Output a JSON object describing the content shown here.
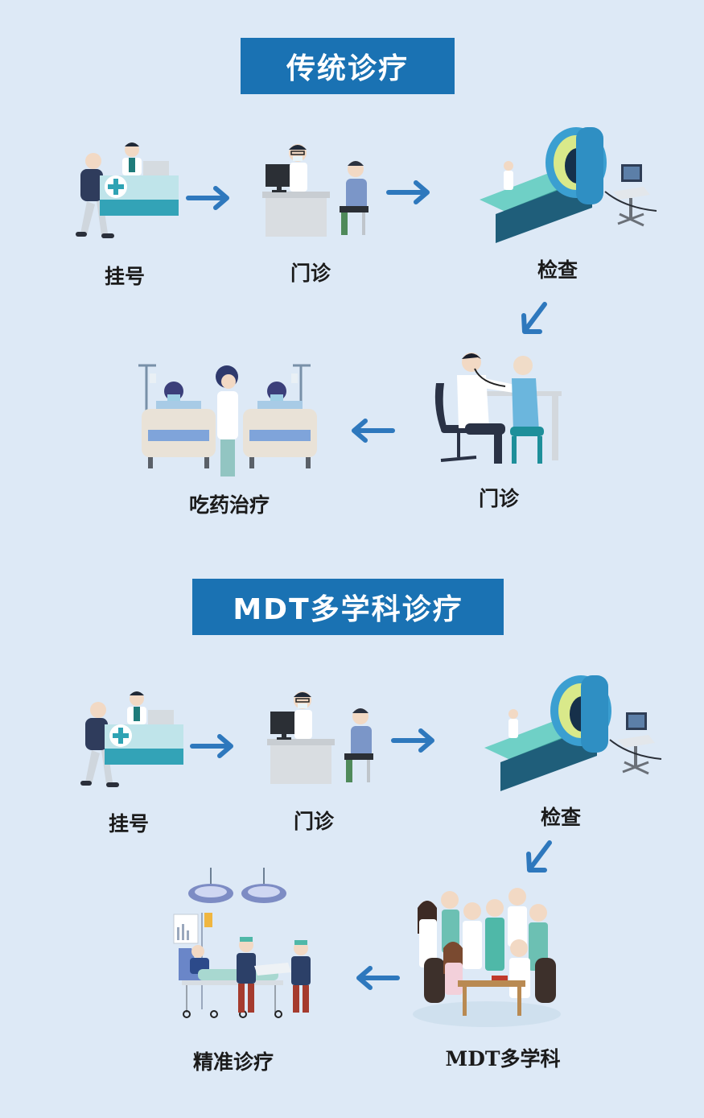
{
  "sections": [
    {
      "title": "传统诊疗",
      "steps": [
        "挂号",
        "门诊",
        "检查",
        "门诊",
        "吃药治疗"
      ]
    },
    {
      "title": "MDT多学科诊疗",
      "steps": [
        "挂号",
        "门诊",
        "检查",
        "MDT多学科",
        "精准诊疗"
      ]
    }
  ],
  "colors": {
    "background": "#dde9f6",
    "title_box": "#1a72b3",
    "arrow": "#2e78bd",
    "label_text": "#1b1b1b"
  },
  "icons": [
    "registration-desk-icon",
    "doctor-consultation-icon",
    "ct-scanner-icon",
    "stethoscope-exam-icon",
    "hospital-ward-icon",
    "mdt-team-icon",
    "surgery-room-icon",
    "arrow-right-icon",
    "arrow-down-left-icon",
    "arrow-left-icon"
  ]
}
